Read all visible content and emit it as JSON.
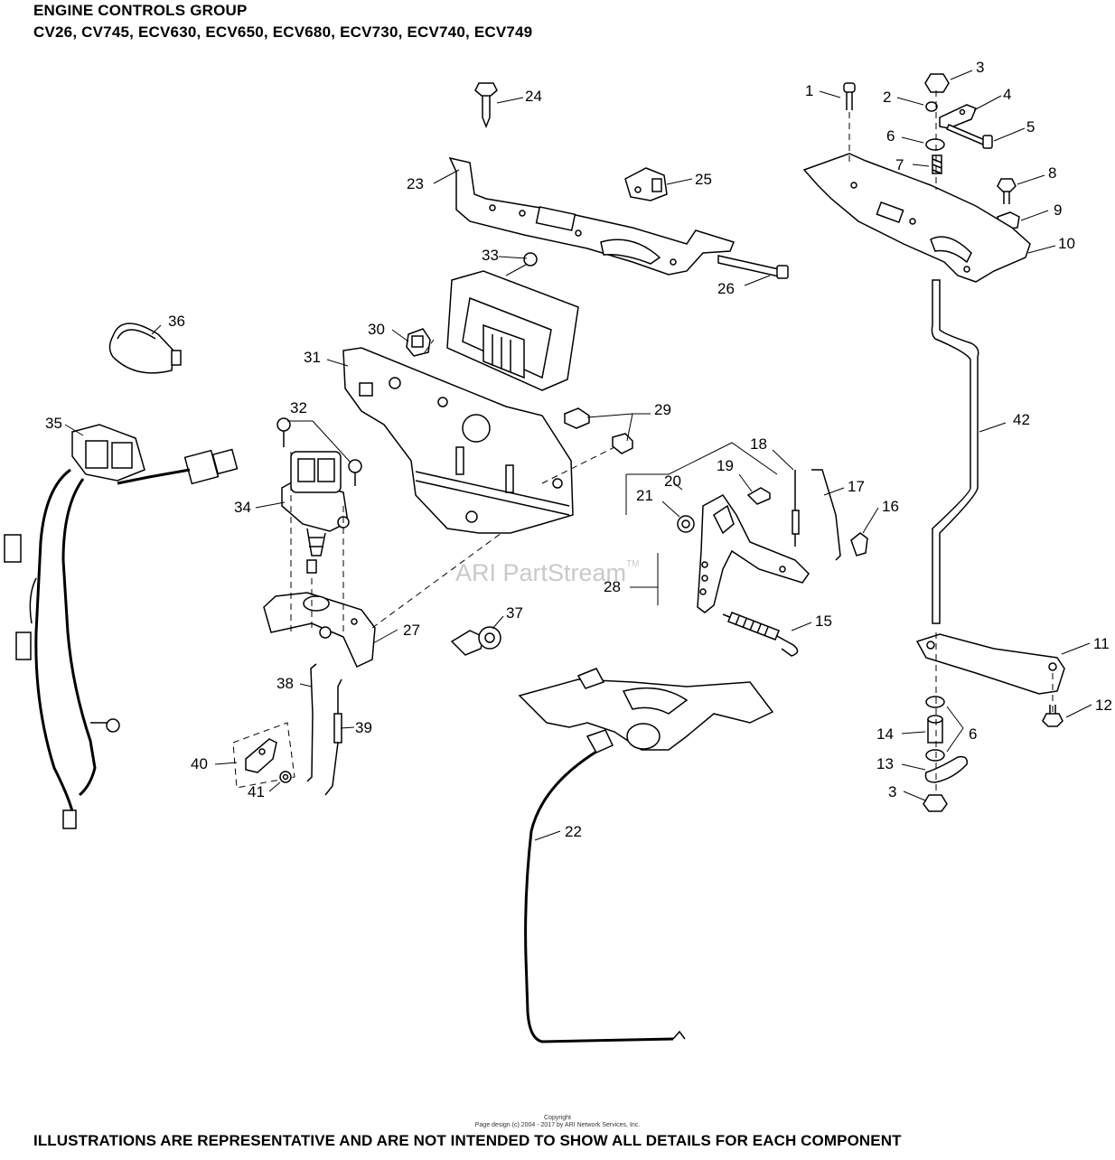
{
  "header": {
    "title": "ENGINE CONTROLS GROUP",
    "models": "CV26, CV745, ECV630, ECV650, ECV680, ECV730, ECV740, ECV749"
  },
  "watermark": {
    "text": "ARI PartStream",
    "tm": "TM"
  },
  "copyright": {
    "line1": "Copyright",
    "line2": "Page design (c) 2004 - 2017 by ARI Network Services, Inc."
  },
  "footer": {
    "disclaimer": "ILLUSTRATIONS ARE REPRESENTATIVE AND ARE NOT INTENDED TO SHOW ALL DETAILS FOR EACH COMPONENT"
  },
  "callouts": {
    "c1": "1",
    "c2": "2",
    "c3a": "3",
    "c3b": "3",
    "c4": "4",
    "c5": "5",
    "c6a": "6",
    "c6b": "6",
    "c7": "7",
    "c8": "8",
    "c9": "9",
    "c10": "10",
    "c11": "11",
    "c12": "12",
    "c13": "13",
    "c14": "14",
    "c15": "15",
    "c16": "16",
    "c17": "17",
    "c18": "18",
    "c19": "19",
    "c20": "20",
    "c21": "21",
    "c22": "22",
    "c23": "23",
    "c24": "24",
    "c25": "25",
    "c26": "26",
    "c27": "27",
    "c28": "28",
    "c29": "29",
    "c30": "30",
    "c31": "31",
    "c32": "32",
    "c33": "33",
    "c34": "34",
    "c35": "35",
    "c36": "36",
    "c37": "37",
    "c38": "38",
    "c39": "39",
    "c40": "40",
    "c41": "41",
    "c42": "42"
  },
  "colors": {
    "ink": "#000000",
    "paper": "#ffffff",
    "watermark": "#c9c9c9"
  }
}
